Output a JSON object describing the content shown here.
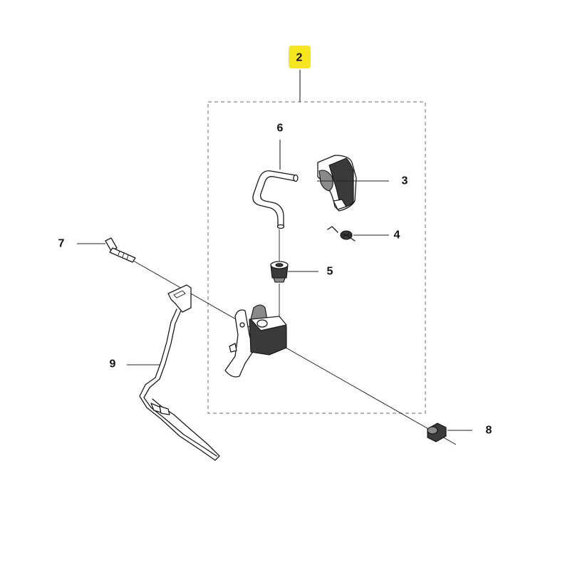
{
  "callouts": {
    "assembly": "2",
    "handle_cover": "3",
    "spring": "4",
    "grommet": "5",
    "rod": "6",
    "screw": "7",
    "nut": "8",
    "cable": "9"
  },
  "colors": {
    "highlight": "#f5e61f",
    "line": "#1a1a1a",
    "frame": "#888888"
  }
}
